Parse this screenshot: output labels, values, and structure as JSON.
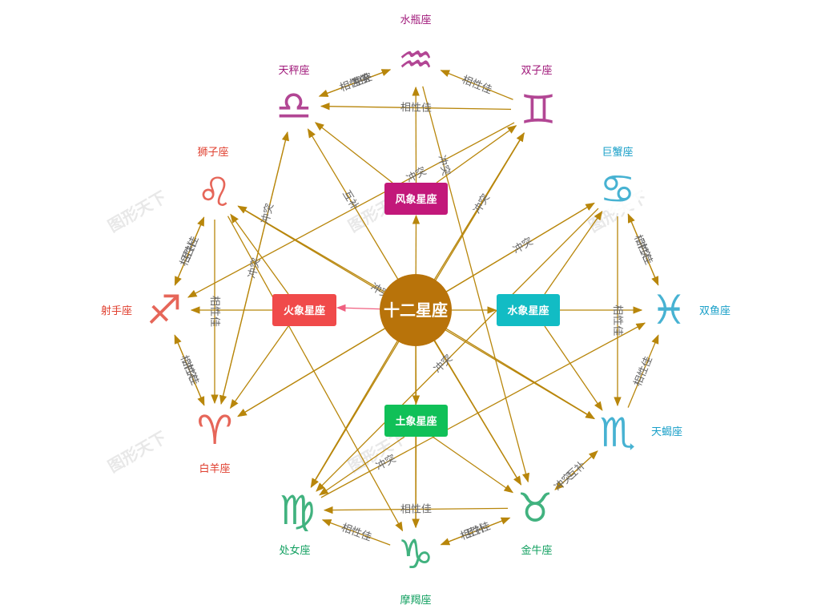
{
  "center": {
    "label": "十二星座",
    "color": "#b8730a"
  },
  "elements": [
    {
      "id": "air",
      "label": "风象星座",
      "color": "#c2187a"
    },
    {
      "id": "fire",
      "label": "火象星座",
      "color": "#f04a4a"
    },
    {
      "id": "water",
      "label": "水象星座",
      "color": "#12bcc4"
    },
    {
      "id": "earth",
      "label": "土象星座",
      "color": "#10c058"
    }
  ],
  "signs": [
    {
      "id": "aquarius",
      "label": "水瓶座",
      "symbol": "♒",
      "color": "#a0187a"
    },
    {
      "id": "gemini",
      "label": "双子座",
      "symbol": "♊",
      "color": "#a0187a"
    },
    {
      "id": "libra",
      "label": "天秤座",
      "symbol": "♎",
      "color": "#a0187a"
    },
    {
      "id": "cancer",
      "label": "巨蟹座",
      "symbol": "♋",
      "color": "#1aa0c8"
    },
    {
      "id": "pisces",
      "label": "双鱼座",
      "symbol": "♓",
      "color": "#1aa0c8"
    },
    {
      "id": "scorpio",
      "label": "天蝎座",
      "symbol": "♏",
      "color": "#1aa0c8"
    },
    {
      "id": "leo",
      "label": "狮子座",
      "symbol": "♌",
      "color": "#e04030"
    },
    {
      "id": "sagittarius",
      "label": "射手座",
      "symbol": "♐",
      "color": "#e04030"
    },
    {
      "id": "aries",
      "label": "白羊座",
      "symbol": "♈",
      "color": "#e04030"
    },
    {
      "id": "virgo",
      "label": "处女座",
      "symbol": "♍",
      "color": "#12a060"
    },
    {
      "id": "capricorn",
      "label": "摩羯座",
      "symbol": "♑",
      "color": "#12a060"
    },
    {
      "id": "taurus",
      "label": "金牛座",
      "symbol": "♉",
      "color": "#12a060"
    }
  ],
  "relations": {
    "good": "相性佳",
    "conflict": "冲突",
    "complement": "互补"
  },
  "watermark": "图形天下",
  "edge_color": "#b8860b"
}
